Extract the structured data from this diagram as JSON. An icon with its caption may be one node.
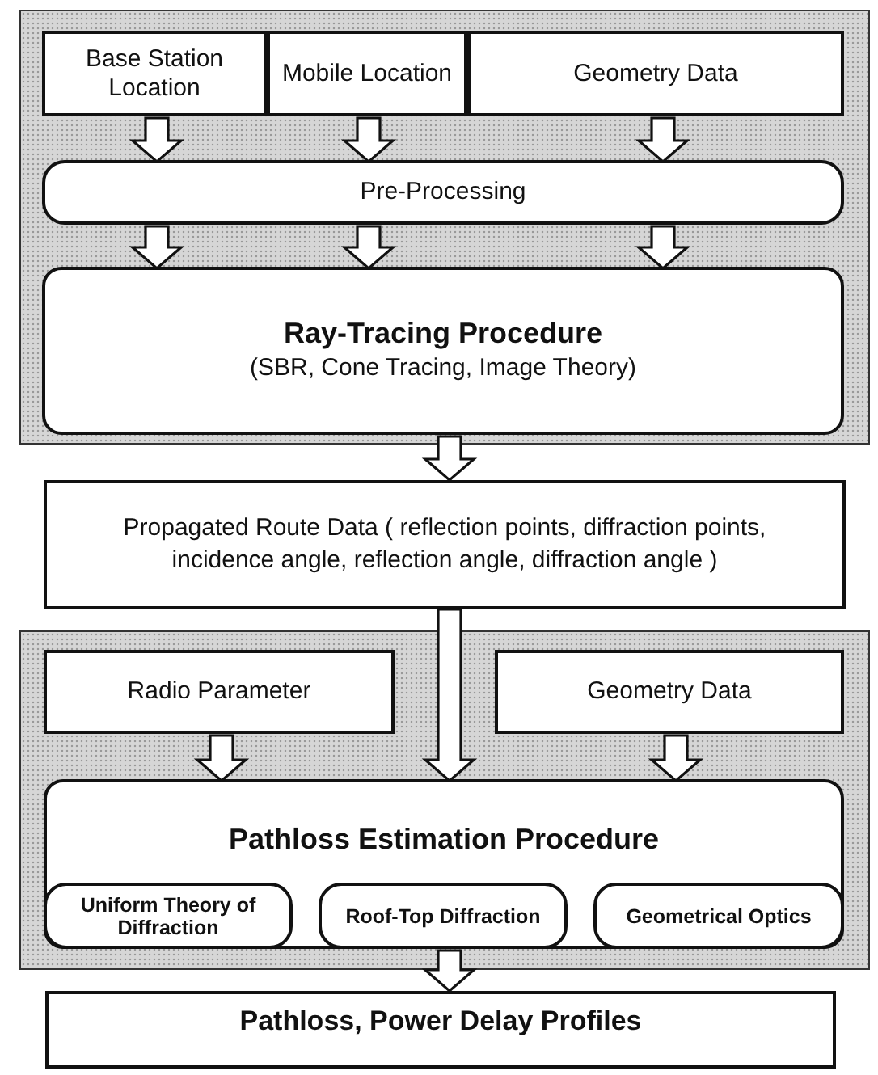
{
  "diagram": {
    "nodes": [
      {
        "text": [],
        "shape": "box"
      },
      {
        "text": [
          "Base Station Location"
        ],
        "in": 0
      },
      {
        "text": [
          "Mobile Location"
        ],
        "in": 0
      },
      {
        "text": [
          "Geometry Data"
        ],
        "in": 0
      },
      {
        "text": [
          "Pre-Processing"
        ],
        "in": 0
      },
      {
        "text": [
          "Ray-Tracing Procedure",
          "(SBR, Cone Tracing, Image Theory)"
        ],
        "in": 0
      },
      {
        "text": [
          "Propagated Route Data ( reflection points, diffraction points, incidence angle, reflection angle, diffraction angle )"
        ]
      },
      {
        "text": [],
        "shape": "box"
      },
      {
        "text": [
          "Radio Parameter"
        ],
        "in": 7
      },
      {
        "text": [
          "Geometry Data"
        ],
        "in": 7
      },
      {
        "text": [
          "Pathloss Estimation Procedure"
        ],
        "in": 7
      },
      {
        "text": [
          "Uniform Theory of Diffraction"
        ],
        "in": 10
      },
      {
        "text": [
          "Roof-Top Diffraction"
        ],
        "in": 10
      },
      {
        "text": [
          "Geometrical Optics"
        ],
        "in": 10
      },
      {
        "text": [
          "Pathloss, Power Delay Profiles"
        ]
      }
    ],
    "edges": [
      {
        "from": 1,
        "to": 4,
        "arrow": "to"
      },
      {
        "from": 2,
        "to": 4,
        "arrow": "to"
      },
      {
        "from": 3,
        "to": 4,
        "arrow": "to"
      },
      {
        "from": 4,
        "to": 5,
        "arrow": "to"
      },
      {
        "from": 4,
        "to": 5,
        "arrow": "to"
      },
      {
        "from": 4,
        "to": 5,
        "arrow": "to"
      },
      {
        "from": 5,
        "to": 6,
        "arrow": "to"
      },
      {
        "from": 6,
        "to": 10,
        "arrow": "to"
      },
      {
        "from": 8,
        "to": 10,
        "arrow": "to"
      },
      {
        "from": 9,
        "to": 10,
        "arrow": "to"
      },
      {
        "from": 10,
        "to": 14,
        "arrow": "to"
      }
    ]
  }
}
